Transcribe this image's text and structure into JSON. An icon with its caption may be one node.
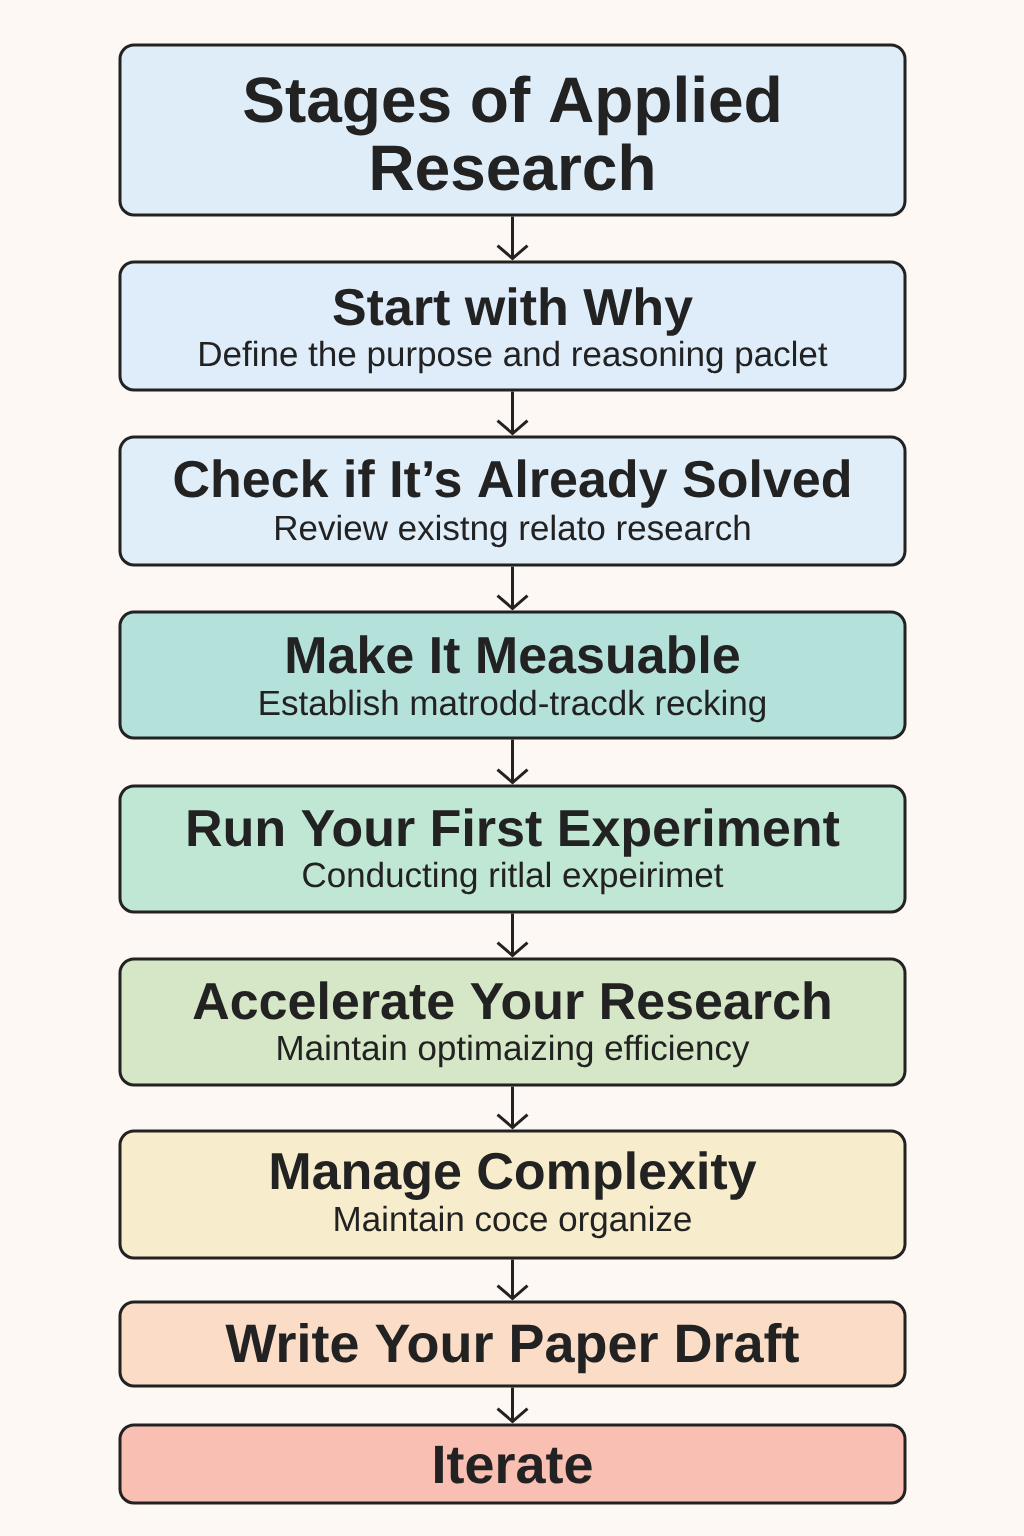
{
  "diagram": {
    "nodes": [
      {
        "text": [
          "Stages of Applied Research"
        ]
      },
      {
        "text": [
          "Start with Why",
          "Define the purpose and reasoning paclet"
        ]
      },
      {
        "text": [
          "Check if It’s Already Solved",
          "Review existng relato research"
        ]
      },
      {
        "text": [
          "Make It Measuable",
          "Establish matrodd-tracdk recking"
        ]
      },
      {
        "text": [
          "Run Your First Experiment",
          "Conducting ritlal expeirimet"
        ]
      },
      {
        "text": [
          "Accelerate Your Research",
          "Maintain optimaizing efficiency"
        ]
      },
      {
        "text": [
          "Manage Complexity",
          "Maintain coce organize"
        ]
      },
      {
        "text": [
          "Write Your Paper Draft"
        ]
      },
      {
        "text": [
          "Iterate"
        ]
      }
    ],
    "edges": [
      {
        "from": 0,
        "to": 1,
        "arrow": "to"
      },
      {
        "from": 1,
        "to": 2,
        "arrow": "to"
      },
      {
        "from": 2,
        "to": 3,
        "arrow": "to"
      },
      {
        "from": 3,
        "to": 4,
        "arrow": "to"
      },
      {
        "from": 4,
        "to": 5,
        "arrow": "to"
      },
      {
        "from": 5,
        "to": 6,
        "arrow": "to"
      },
      {
        "from": 6,
        "to": 7,
        "arrow": "to"
      },
      {
        "from": 7,
        "to": 8,
        "arrow": "to"
      }
    ]
  }
}
